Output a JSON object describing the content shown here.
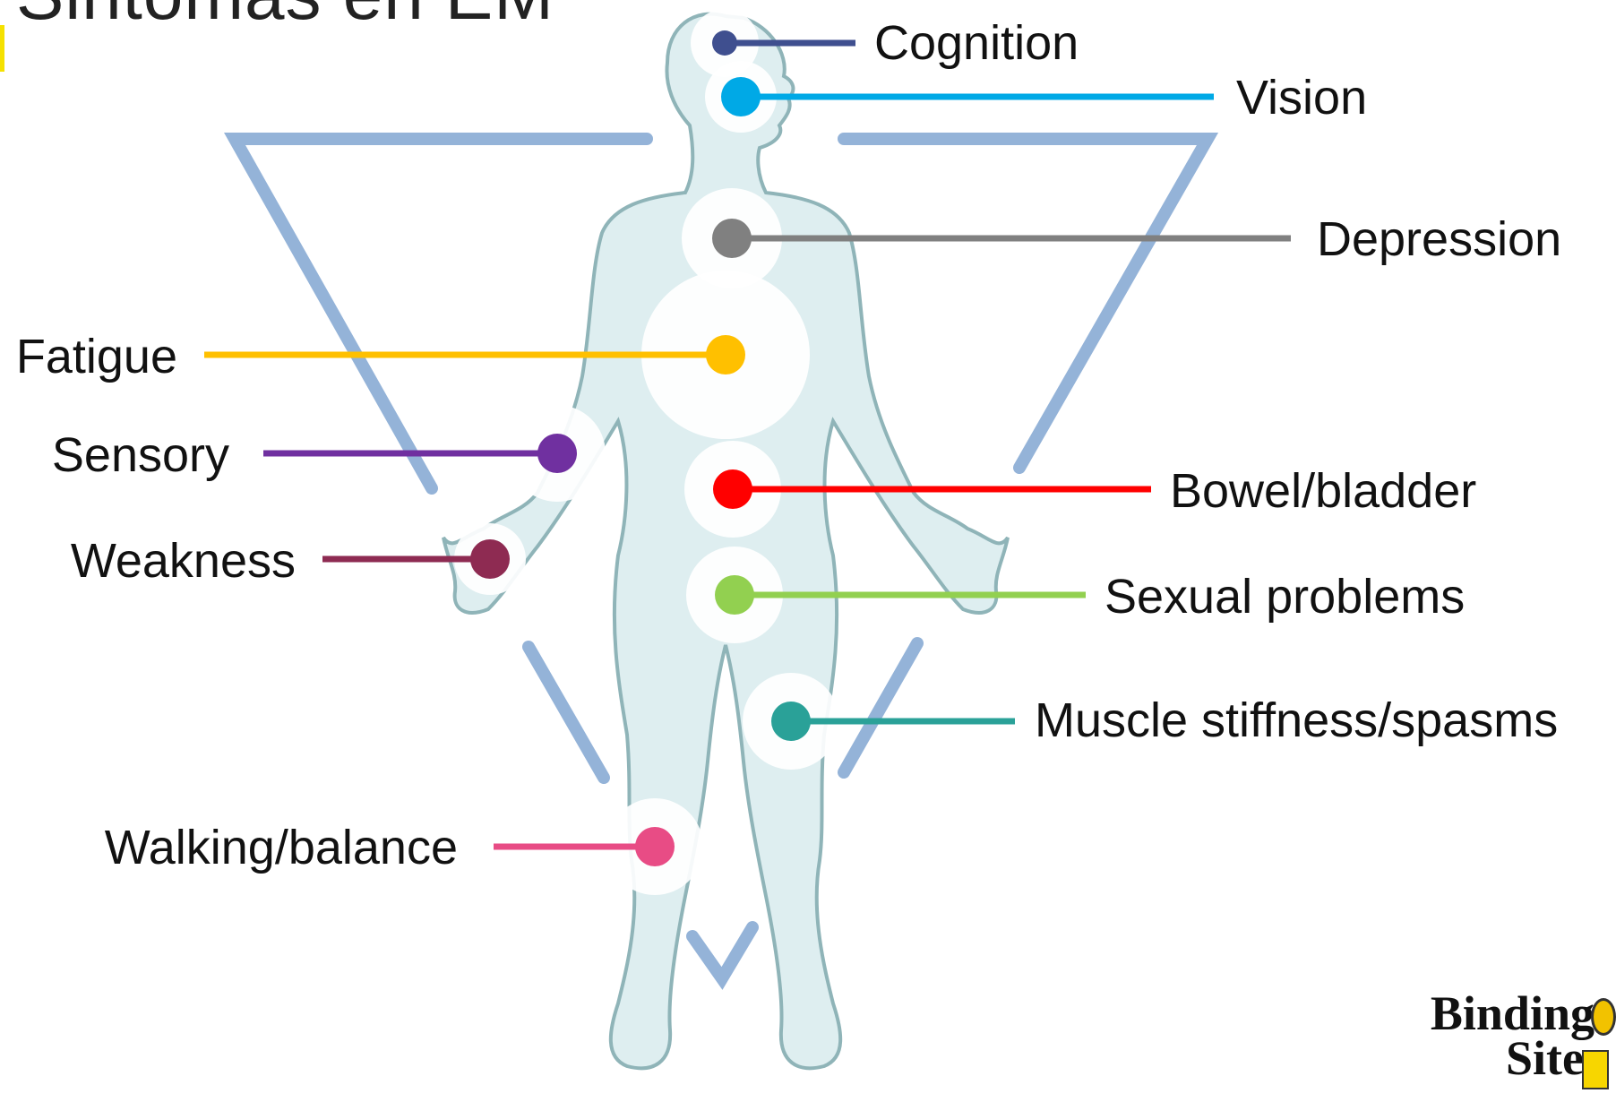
{
  "slide": {
    "title_fragment": "Sintomas en EM"
  },
  "symptoms": [
    {
      "label": "Cognition",
      "color": "#3f4f8f"
    },
    {
      "label": "Vision",
      "color": "#00a9e6"
    },
    {
      "label": "Depression",
      "color": "#808080"
    },
    {
      "label": "Fatigue",
      "color": "#ffc000"
    },
    {
      "label": "Sensory",
      "color": "#7030a0"
    },
    {
      "label": "Weakness",
      "color": "#8e2b52"
    },
    {
      "label": "Bowel/bladder",
      "color": "#ff0000"
    },
    {
      "label": "Sexual problems",
      "color": "#92d050"
    },
    {
      "label": "Muscle stiffness/spasms",
      "color": "#2aa198"
    },
    {
      "label": "Walking/balance",
      "color": "#e84c85"
    }
  ],
  "colors": {
    "body_fill": "#deeef0",
    "body_stroke": "#8fb4b8",
    "funnel_stroke": "#94b3d8"
  },
  "logo": {
    "line1": "Binding",
    "line2": "Site"
  }
}
